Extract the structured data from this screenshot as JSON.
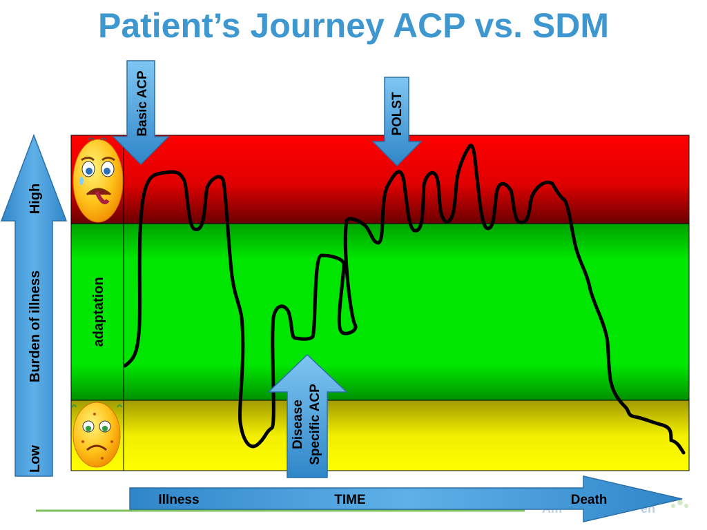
{
  "title": "Patient’s Journey ACP vs. SDM",
  "y_axis": {
    "label": "Burden of illness",
    "high": "High",
    "low": "Low"
  },
  "zones": {
    "middle_label": "adaptation"
  },
  "markers": {
    "basic_acp": "Basic  ACP",
    "polst": "POLST",
    "disease_specific_line1": "Disease",
    "disease_specific_line2": "Specific ACP"
  },
  "time_axis": {
    "start": "Illness",
    "middle": "TIME",
    "end": "Death"
  },
  "colors": {
    "accent": "#4a9fd8",
    "title": "#3f97d0",
    "red_zone": "#ff0000",
    "green_zone": "#00ee00",
    "yellow_zone": "#ffff00"
  }
}
